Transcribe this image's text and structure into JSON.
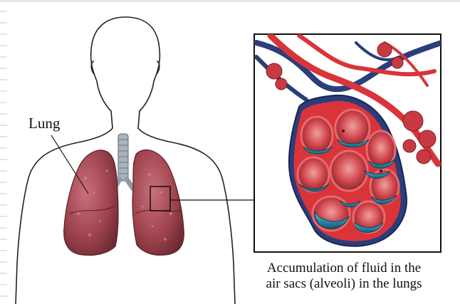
{
  "labels": {
    "lung": "Lung"
  },
  "caption": {
    "line1": "Accumulation of fluid in the",
    "line2": "air sacs (alveoli) in the lungs"
  },
  "colors": {
    "lung_tissue": "#a0454f",
    "lung_highlight": "#c0616b",
    "trachea": "#8f9aa5",
    "alveoli_wall": "#d9343a",
    "alveoli_inner": "#b83038",
    "fluid": "#1f8fb0",
    "vessel_blue": "#2b3d7a",
    "outline": "#222222"
  },
  "icons": [
    "body-silhouette",
    "lungs-illustration",
    "alveoli-cluster"
  ]
}
